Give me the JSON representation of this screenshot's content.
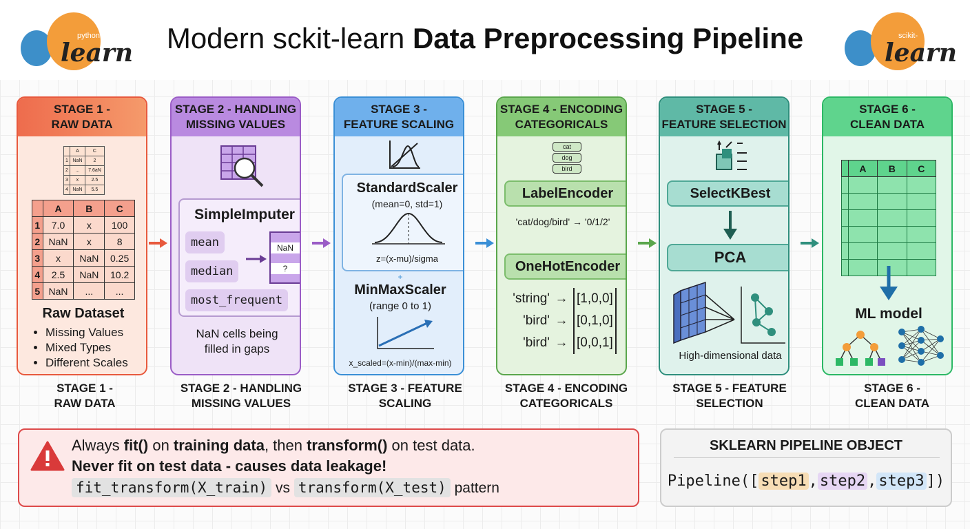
{
  "header": {
    "title_pre": "Modern sckit-learn ",
    "title_bold": "Data Preprocessing Pipeline"
  },
  "logo_left": {
    "small": "python",
    "big": "learn"
  },
  "logo_right": {
    "small": "scikit-",
    "big": "learn"
  },
  "stages": [
    {
      "title": "STAGE 1 -\nRAW DATA",
      "caption": "STAGE 1 -\nRAW DATA",
      "color": "#e8593d"
    },
    {
      "title": "STAGE 2 - HANDLING\nMISSING VALUES",
      "caption": "STAGE 2 - HANDLING\nMISSING VALUES",
      "color": "#9a5cc6"
    },
    {
      "title": "STAGE 3 -\nFEATURE SCALING",
      "caption": "STAGE 3 - FEATURE\nSCALING",
      "color": "#3a8fd6"
    },
    {
      "title": "STAGE 4 - ENCODING\nCATEGORICALS",
      "caption": "STAGE 4 - ENCODING\nCATEGORICALS",
      "color": "#5aa64c"
    },
    {
      "title": "STAGE 5 -\nFEATURE SELECTION",
      "caption": "STAGE 5 - FEATURE\nSELECTION",
      "color": "#2f8f7d"
    },
    {
      "title": "STAGE 6 -\nCLEAN DATA",
      "caption": "STAGE 6 -\nCLEAN DATA",
      "color": "#2cb865"
    }
  ],
  "stage1": {
    "small_table": {
      "header": [
        "",
        "A",
        "C"
      ],
      "rows": [
        [
          "1",
          "NaN",
          "2"
        ],
        [
          "2",
          "...",
          "7.6aN"
        ],
        [
          "3",
          "x",
          "2.5"
        ],
        [
          "4",
          "NaN",
          "5.5"
        ]
      ]
    },
    "table": {
      "header": [
        "",
        "A",
        "B",
        "C"
      ],
      "rows": [
        [
          "1",
          "7.0",
          "x",
          "100"
        ],
        [
          "2",
          "NaN",
          "x",
          "8"
        ],
        [
          "3",
          "x",
          "NaN",
          "0.25"
        ],
        [
          "4",
          "2.5",
          "NaN",
          "10.2"
        ],
        [
          "5",
          "NaN",
          "...",
          "..."
        ]
      ]
    },
    "dataset_title": "Raw Dataset",
    "bullets": [
      "Missing Values",
      "Mixed Types",
      "Different Scales"
    ]
  },
  "stage2": {
    "imputer": "SimpleImputer",
    "strategies": [
      "mean",
      "median",
      "most_frequent"
    ],
    "grid_cells": [
      "NaN",
      "?"
    ],
    "note": "NaN cells being\nfilled in gaps"
  },
  "stage3": {
    "standard_name": "StandardScaler",
    "standard_params": "(mean=0, std=1)",
    "standard_formula": "z=(x-mu)/sigma",
    "plus": "+",
    "minmax_name": "MinMaxScaler",
    "minmax_params": "(range 0 to 1)",
    "minmax_formula": "x_scaled=(x-min)/(max-min)"
  },
  "stage4": {
    "stack": [
      "cat",
      "dog",
      "bird"
    ],
    "label_encoder": "LabelEncoder",
    "label_map": "'cat/dog/bird' → '0/1/2'",
    "onehot": "OneHotEncoder",
    "onehot_rows": [
      {
        "in": "'string'",
        "out": "[1,0,0]"
      },
      {
        "in": "'bird'",
        "out": "[0,1,0]"
      },
      {
        "in": "'bird'",
        "out": "[0,0,1]"
      }
    ]
  },
  "stage5": {
    "selectk": "SelectKBest",
    "pca": "PCA",
    "hd_label": "High-dimensional data"
  },
  "stage6": {
    "grid_header": [
      "",
      "A",
      "B",
      "C"
    ],
    "model_label": "ML model"
  },
  "warning": {
    "l1_a": "Always ",
    "l1_b": "fit()",
    "l1_c": " on ",
    "l1_d": "training data",
    "l1_e": ", then ",
    "l1_f": "transform()",
    "l1_g": " on test data.",
    "l2_a": "Never fit",
    "l2_b": " on test data - causes data leakage!",
    "code1": "fit_transform(X_train)",
    "vs": " vs ",
    "code2": "transform(X_test)",
    "pattern": " pattern"
  },
  "pipeline": {
    "title": "SKLEARN PIPELINE OBJECT",
    "pre": "Pipeline([",
    "step1": "step1",
    "step2": "step2",
    "step3": "step3",
    "post": "])",
    "comma": ","
  }
}
